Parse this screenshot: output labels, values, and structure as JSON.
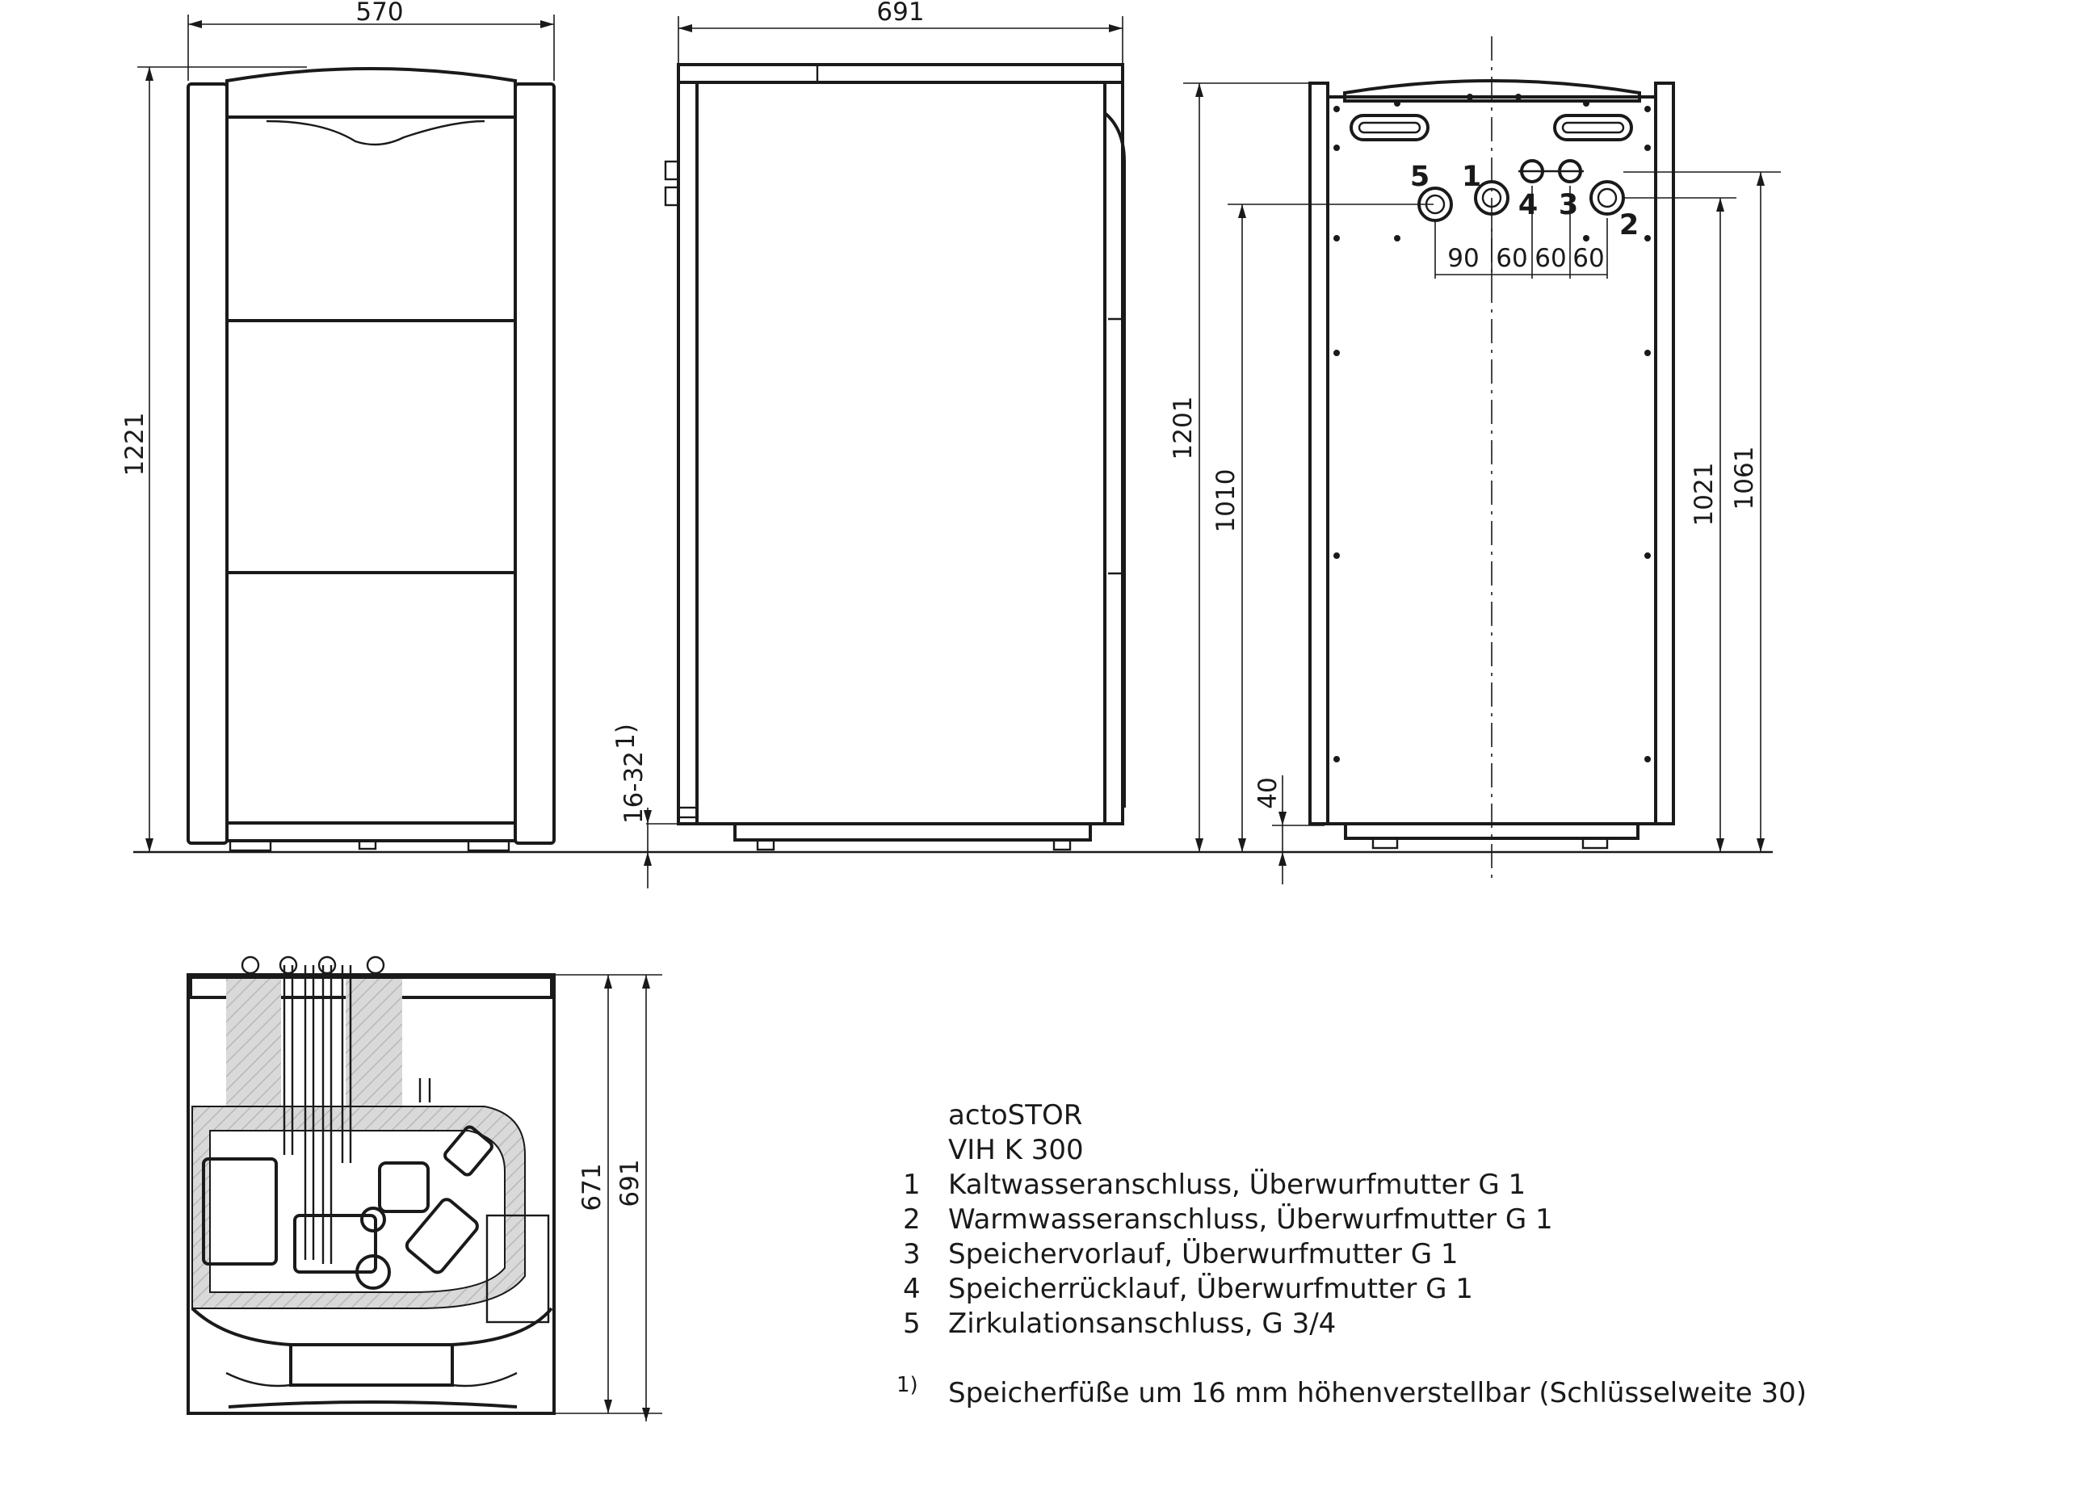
{
  "dimensions": {
    "front_width": "570",
    "side_depth": "691",
    "front_height": "1221",
    "side_height": "1201",
    "back_1010": "1010",
    "back_1021": "1021",
    "back_1061": "1061",
    "foot_adjust": "16-32",
    "foot_note_ref": "1)",
    "foot_40": "40",
    "spacing_90": "90",
    "spacing_60a": "60",
    "spacing_60b": "60",
    "spacing_60c": "60",
    "plan_671": "671",
    "plan_691": "691"
  },
  "connections": {
    "c1": "1",
    "c2": "2",
    "c3": "3",
    "c4": "4",
    "c5": "5"
  },
  "legend": {
    "title1": "actoSTOR",
    "title2": "VIH K 300",
    "items": [
      {
        "num": "1",
        "text": "Kaltwasseranschluss, Überwurfmutter G 1"
      },
      {
        "num": "2",
        "text": "Warmwasseranschluss, Überwurfmutter G 1"
      },
      {
        "num": "3",
        "text": "Speichervorlauf, Überwurfmutter G 1"
      },
      {
        "num": "4",
        "text": "Speicherrücklauf, Überwurfmutter G 1"
      },
      {
        "num": "5",
        "text": "Zirkulationsanschluss, G 3/4"
      }
    ],
    "footnote_mark": "1)",
    "footnote_text": "Speicherfüße um 16 mm höhenverstellbar (Schlüsselweite 30)"
  }
}
